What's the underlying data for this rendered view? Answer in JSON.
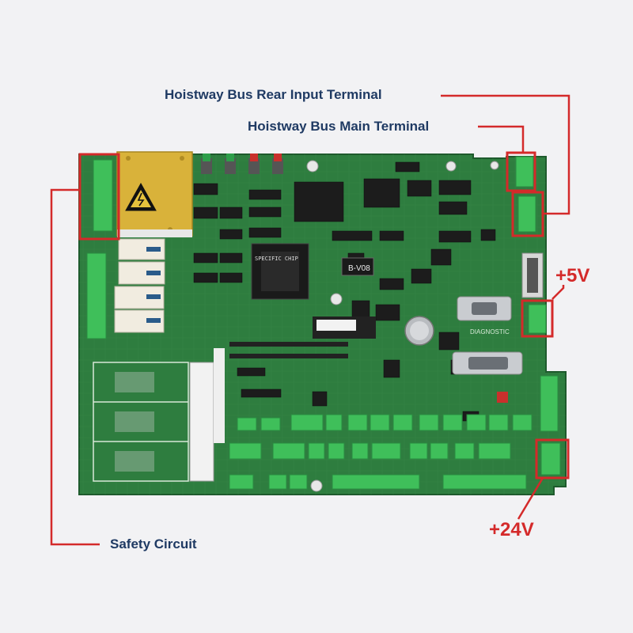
{
  "annotations": {
    "rear_input_terminal": "Hoistway Bus Rear Input Terminal",
    "main_terminal": "Hoistway Bus Main Terminal",
    "plus_5v": "+5V",
    "plus_24v": "+24V",
    "safety_circuit": "Safety Circuit"
  },
  "board_markings": {
    "version_chip": "B-V08",
    "diagnostic": "DIAGNOSTIC",
    "chip_label": "SPECIFIC CHIP"
  },
  "colors": {
    "background": "#f2f2f4",
    "pcb_green": "#2d7a3e",
    "connector_green": "#3fbf5a",
    "callout_red": "#d42a2a",
    "label_navy": "#1f3a63"
  }
}
